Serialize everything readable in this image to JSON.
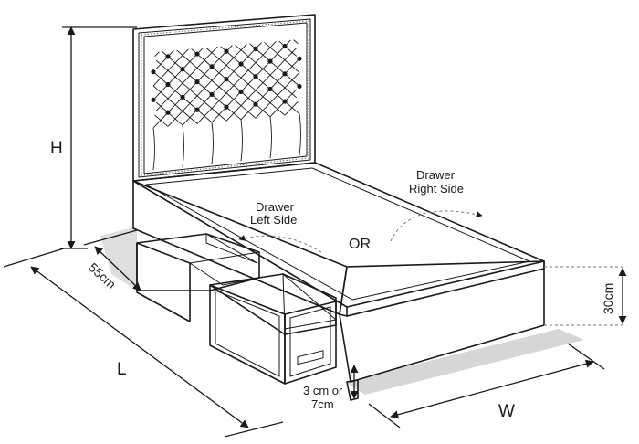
{
  "labels": {
    "height": "H",
    "depth": "55cm",
    "length": "L",
    "width": "W",
    "base_height": "30cm",
    "clearance_line1": "3 cm or",
    "clearance_line2": "7cm",
    "drawer_left_line1": "Drawer",
    "drawer_left_line2": "Left Side",
    "drawer_right_line1": "Drawer",
    "drawer_right_line2": "Right Side",
    "or": "OR"
  },
  "colors": {
    "line": "#1a1a1a",
    "mattress_top": "#f4f4f4",
    "base_side": "#ffffff",
    "shadow": "#d9d9d9",
    "dash": "#7a7a7a"
  },
  "icons": {
    "tufting_button": "button-dot",
    "arrow": "arrowhead"
  }
}
